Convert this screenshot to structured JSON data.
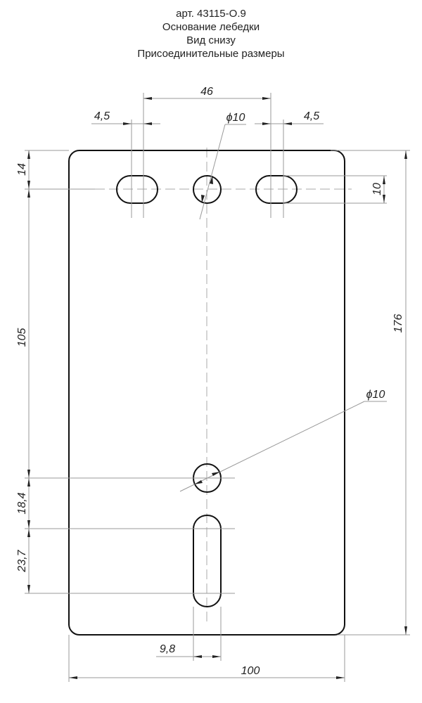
{
  "title": {
    "article": "арт. 43115-O.9",
    "name": "Основание лебедки",
    "view": "Вид снизу",
    "subtitle": "Присоединительные размеры"
  },
  "dimensions": {
    "slot_spacing": "46",
    "left_slot_width": "4,5",
    "right_slot_width": "4,5",
    "top_hole_diameter": "ϕ10",
    "top_offset": "14",
    "slot_height": "10",
    "overall_height": "176",
    "hole_vertical_spacing": "105",
    "lower_hole_diameter": "ϕ10",
    "hole_to_slot": "18,4",
    "lower_slot_length": "23,7",
    "lower_slot_width": "9,8",
    "overall_width": "100"
  }
}
